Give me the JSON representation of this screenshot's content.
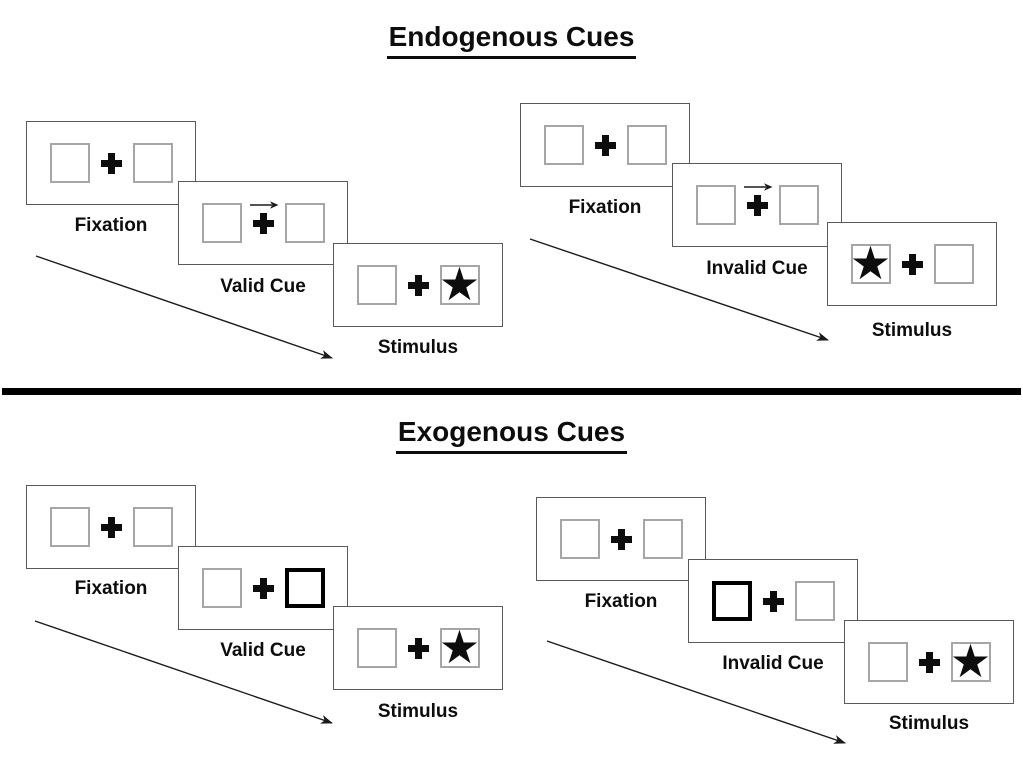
{
  "diagram": "Posner attentional cueing paradigm",
  "sections": [
    {
      "title": "Endogenous Cues",
      "trials": [
        {
          "name": "valid",
          "frames": [
            {
              "label": "Fixation",
              "type": "fixation"
            },
            {
              "label": "Valid Cue",
              "type": "central-arrow-cue",
              "cue_direction": "right"
            },
            {
              "label": "Stimulus",
              "type": "stimulus",
              "stimulus_side": "right"
            }
          ]
        },
        {
          "name": "invalid",
          "frames": [
            {
              "label": "Fixation",
              "type": "fixation"
            },
            {
              "label": "Invalid Cue",
              "type": "central-arrow-cue",
              "cue_direction": "right"
            },
            {
              "label": "Stimulus",
              "type": "stimulus",
              "stimulus_side": "left"
            }
          ]
        }
      ]
    },
    {
      "title": "Exogenous Cues",
      "trials": [
        {
          "name": "valid",
          "frames": [
            {
              "label": "Fixation",
              "type": "fixation"
            },
            {
              "label": "Valid Cue",
              "type": "peripheral-box-cue",
              "cue_side": "right"
            },
            {
              "label": "Stimulus",
              "type": "stimulus",
              "stimulus_side": "right"
            }
          ]
        },
        {
          "name": "invalid",
          "frames": [
            {
              "label": "Fixation",
              "type": "fixation"
            },
            {
              "label": "Invalid Cue",
              "type": "peripheral-box-cue",
              "cue_side": "left"
            },
            {
              "label": "Stimulus",
              "type": "stimulus",
              "stimulus_side": "right"
            }
          ]
        }
      ]
    }
  ],
  "glyphs": {
    "star": "★"
  },
  "colors": {
    "panel_border": "#595959",
    "box_border": "#a6a6a6",
    "cue_highlight_border": "#000000",
    "ink": "#0d0d0d",
    "divider": "#000000"
  }
}
